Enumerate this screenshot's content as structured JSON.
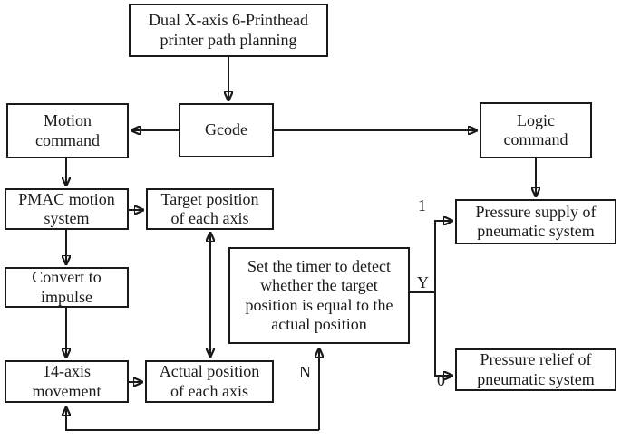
{
  "diagram": {
    "nodes": {
      "title": "Dual X-axis 6-Printhead\nprinter path planning",
      "motion_command": "Motion\ncommand",
      "gcode": "Gcode",
      "logic_command": "Logic\ncommand",
      "pmac_motion_system": "PMAC motion\nsystem",
      "target_position": "Target position\nof each axis",
      "convert_to_impulse": "Convert to\nimpulse",
      "axis14_movement": "14-axis\nmovement",
      "actual_position": "Actual position\nof each axis",
      "timer_check": "Set the timer to detect\nwhether the target\nposition is equal to the\nactual position",
      "pressure_supply": "Pressure supply of\npneumatic system",
      "pressure_relief": "Pressure relief of\npneumatic system"
    },
    "edge_labels": {
      "yes": "Y",
      "no": "N",
      "one": "1",
      "zero": "0"
    },
    "colors": {
      "line": "#1a1a1a",
      "box_border": "#1a1a1a",
      "background": "#ffffff",
      "text": "#1a1a1a"
    }
  }
}
